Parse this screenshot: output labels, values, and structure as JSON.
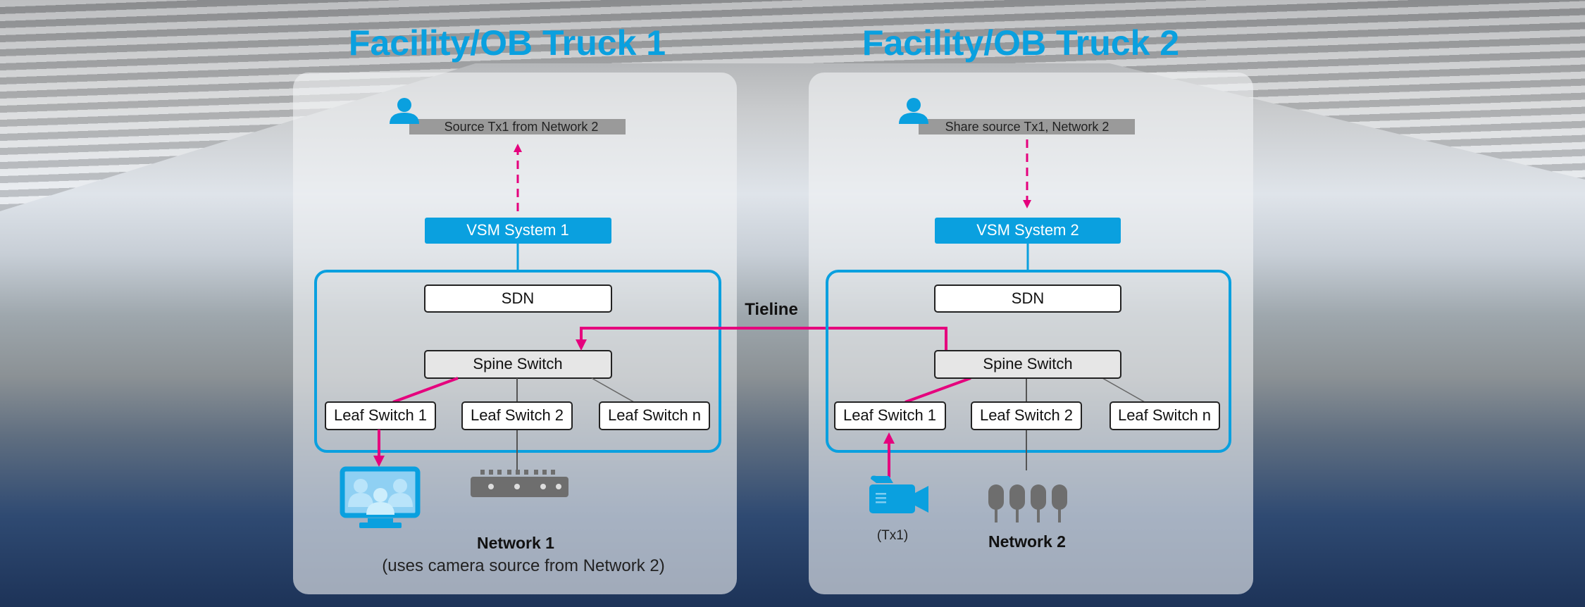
{
  "colors": {
    "accent_blue": "#0aa0df",
    "magenta": "#e5007d"
  },
  "truck1": {
    "title": "Facility/OB Truck 1",
    "operator_label": "Source Tx1 from Network 2",
    "vsm": "VSM System 1",
    "sdn": "SDN",
    "spine": "Spine Switch",
    "leaves": [
      "Leaf Switch 1",
      "Leaf Switch 2",
      "Leaf Switch n"
    ],
    "network_label": "Network 1",
    "network_sub": "(uses camera source from Network 2)"
  },
  "truck2": {
    "title": "Facility/OB Truck 2",
    "operator_label": "Share source Tx1, Network 2",
    "vsm": "VSM System 2",
    "sdn": "SDN",
    "spine": "Spine Switch",
    "leaves": [
      "Leaf Switch 1",
      "Leaf Switch 2",
      "Leaf Switch n"
    ],
    "camera_label": "(Tx1)",
    "network_label": "Network 2"
  },
  "tieline": "Tieline"
}
